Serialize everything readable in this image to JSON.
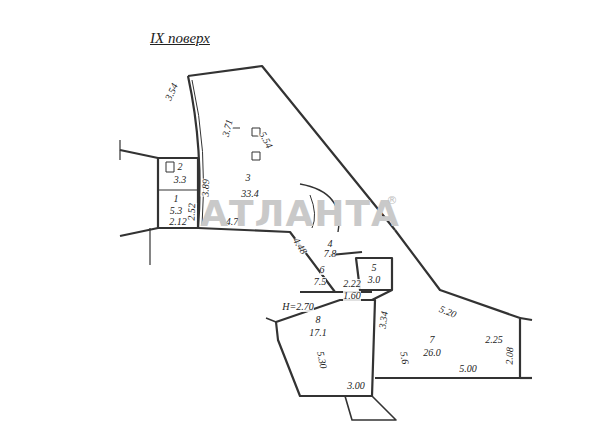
{
  "diagram": {
    "title": "IX поверх",
    "labels": [
      "3.54",
      "3.71",
      "5.54",
      "3.89",
      "3",
      "33.4",
      "4.7",
      "2",
      "3.3",
      "1",
      "5.3",
      "2.52",
      "2.12",
      "4.48",
      "4",
      "7.8",
      "6",
      "7.5",
      "2.22",
      "1.60",
      "5",
      "3.0",
      "H=2.70",
      "8",
      "17.1",
      "5.30",
      "3.00",
      "3.34",
      "5.20",
      "5.6",
      "7",
      "26.0",
      "2.25",
      "2.08",
      "5.00",
      "АТЛАНТА",
      "®"
    ]
  }
}
